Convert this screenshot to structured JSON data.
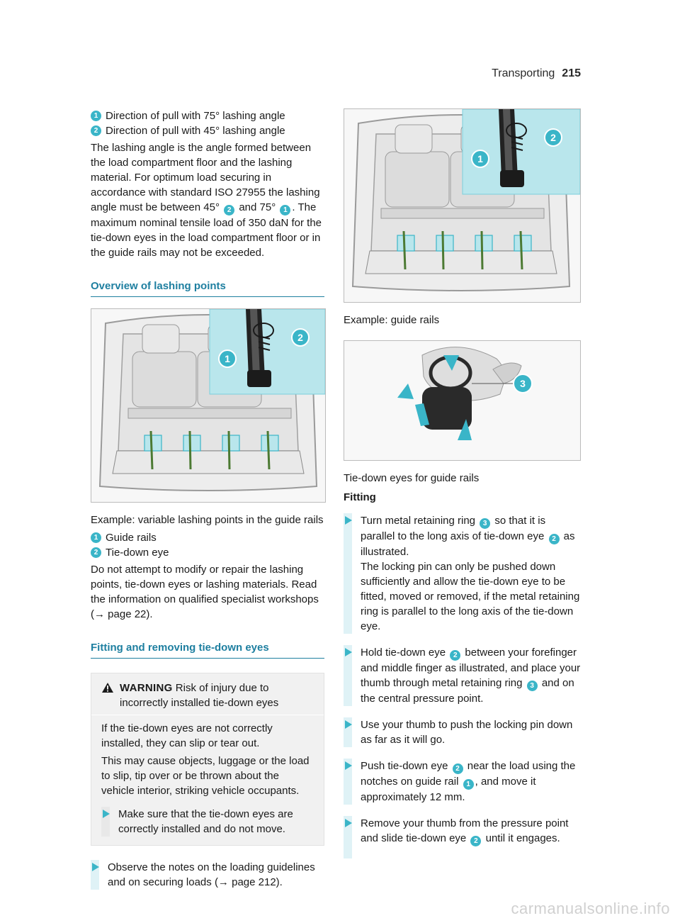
{
  "header": {
    "section": "Transporting",
    "page_number": "215"
  },
  "left": {
    "legend_top": [
      {
        "badge": "1",
        "text": "Direction of pull with 75° lashing angle"
      },
      {
        "badge": "2",
        "text": "Direction of pull with 45° lashing angle"
      }
    ],
    "para1": {
      "a": "The lashing angle is the angle formed between the load compartment floor and the lashing material. For optimum load securing in accordance with standard ISO 27955 the lashing angle must be between 45°",
      "b2": "2",
      "c": "and 75°",
      "b1": "1",
      "d": ". The maximum nominal tensile load of 350 daN for the tie-down eyes in the load compartment floor or in the guide rails may not be exceeded."
    },
    "section1_title": "Overview of lashing points",
    "figure1_caption": "Example: variable lashing points in the guide rails",
    "legend_fig1": [
      {
        "badge": "1",
        "text": "Guide rails"
      },
      {
        "badge": "2",
        "text": "Tie-down eye"
      }
    ],
    "para2": "Do not attempt to modify or repair the lashing points, tie-down eyes or lashing materials. Read the information on qualified specialist workshops (→ page 22).",
    "section2_title": "Fitting and removing tie-down eyes",
    "warning": {
      "title": "WARNING",
      "subtitle": "Risk of injury due to incorrectly installed tie-down eyes",
      "body1": "If the tie-down eyes are not correctly installed, they can slip or tear out.",
      "body2": "This may cause objects, luggage or the load to slip, tip over or be thrown about the vehicle interior, striking vehicle occupants.",
      "step": "Make sure that the tie-down eyes are correctly installed and do not move."
    },
    "step_observe": "Observe the notes on the loading guidelines and on securing loads (→ page 212)."
  },
  "right": {
    "figure2_caption": "Example: guide rails",
    "figure3_caption": "Tie-down eyes for guide rails",
    "fitting_label": "Fitting",
    "steps": [
      {
        "a": "Turn metal retaining ring",
        "b": "3",
        "c": "so that it is parallel to the long axis of tie-down eye",
        "d": "2",
        "e": "as illustrated.",
        "f": "The locking pin can only be pushed down sufficiently and allow the tie-down eye to be fitted, moved or removed, if the metal retaining ring is parallel to the long axis of the tie-down eye."
      },
      {
        "a": "Hold tie-down eye",
        "b": "2",
        "c": "between your forefinger and middle finger as illustrated, and place your thumb through metal retaining ring",
        "d": "3",
        "e": "and on the central pressure point."
      },
      {
        "a": "Use your thumb to push the locking pin down as far as it will go."
      },
      {
        "a": "Push tie-down eye",
        "b": "2",
        "c": "near the load using the notches on guide rail",
        "d": "1",
        "e": ", and move it approximately 12 mm."
      },
      {
        "a": "Remove your thumb from the pressure point and slide tie-down eye",
        "b": "2",
        "c": "until it engages."
      }
    ]
  },
  "figure_labels": {
    "one": "1",
    "two": "2",
    "three": "3"
  },
  "footer": {
    "watermark": "carmanualsonline.info"
  },
  "colors": {
    "accent": "#3ab5c8",
    "heading": "#1e7fa0",
    "panel": "#b9e6ec"
  }
}
